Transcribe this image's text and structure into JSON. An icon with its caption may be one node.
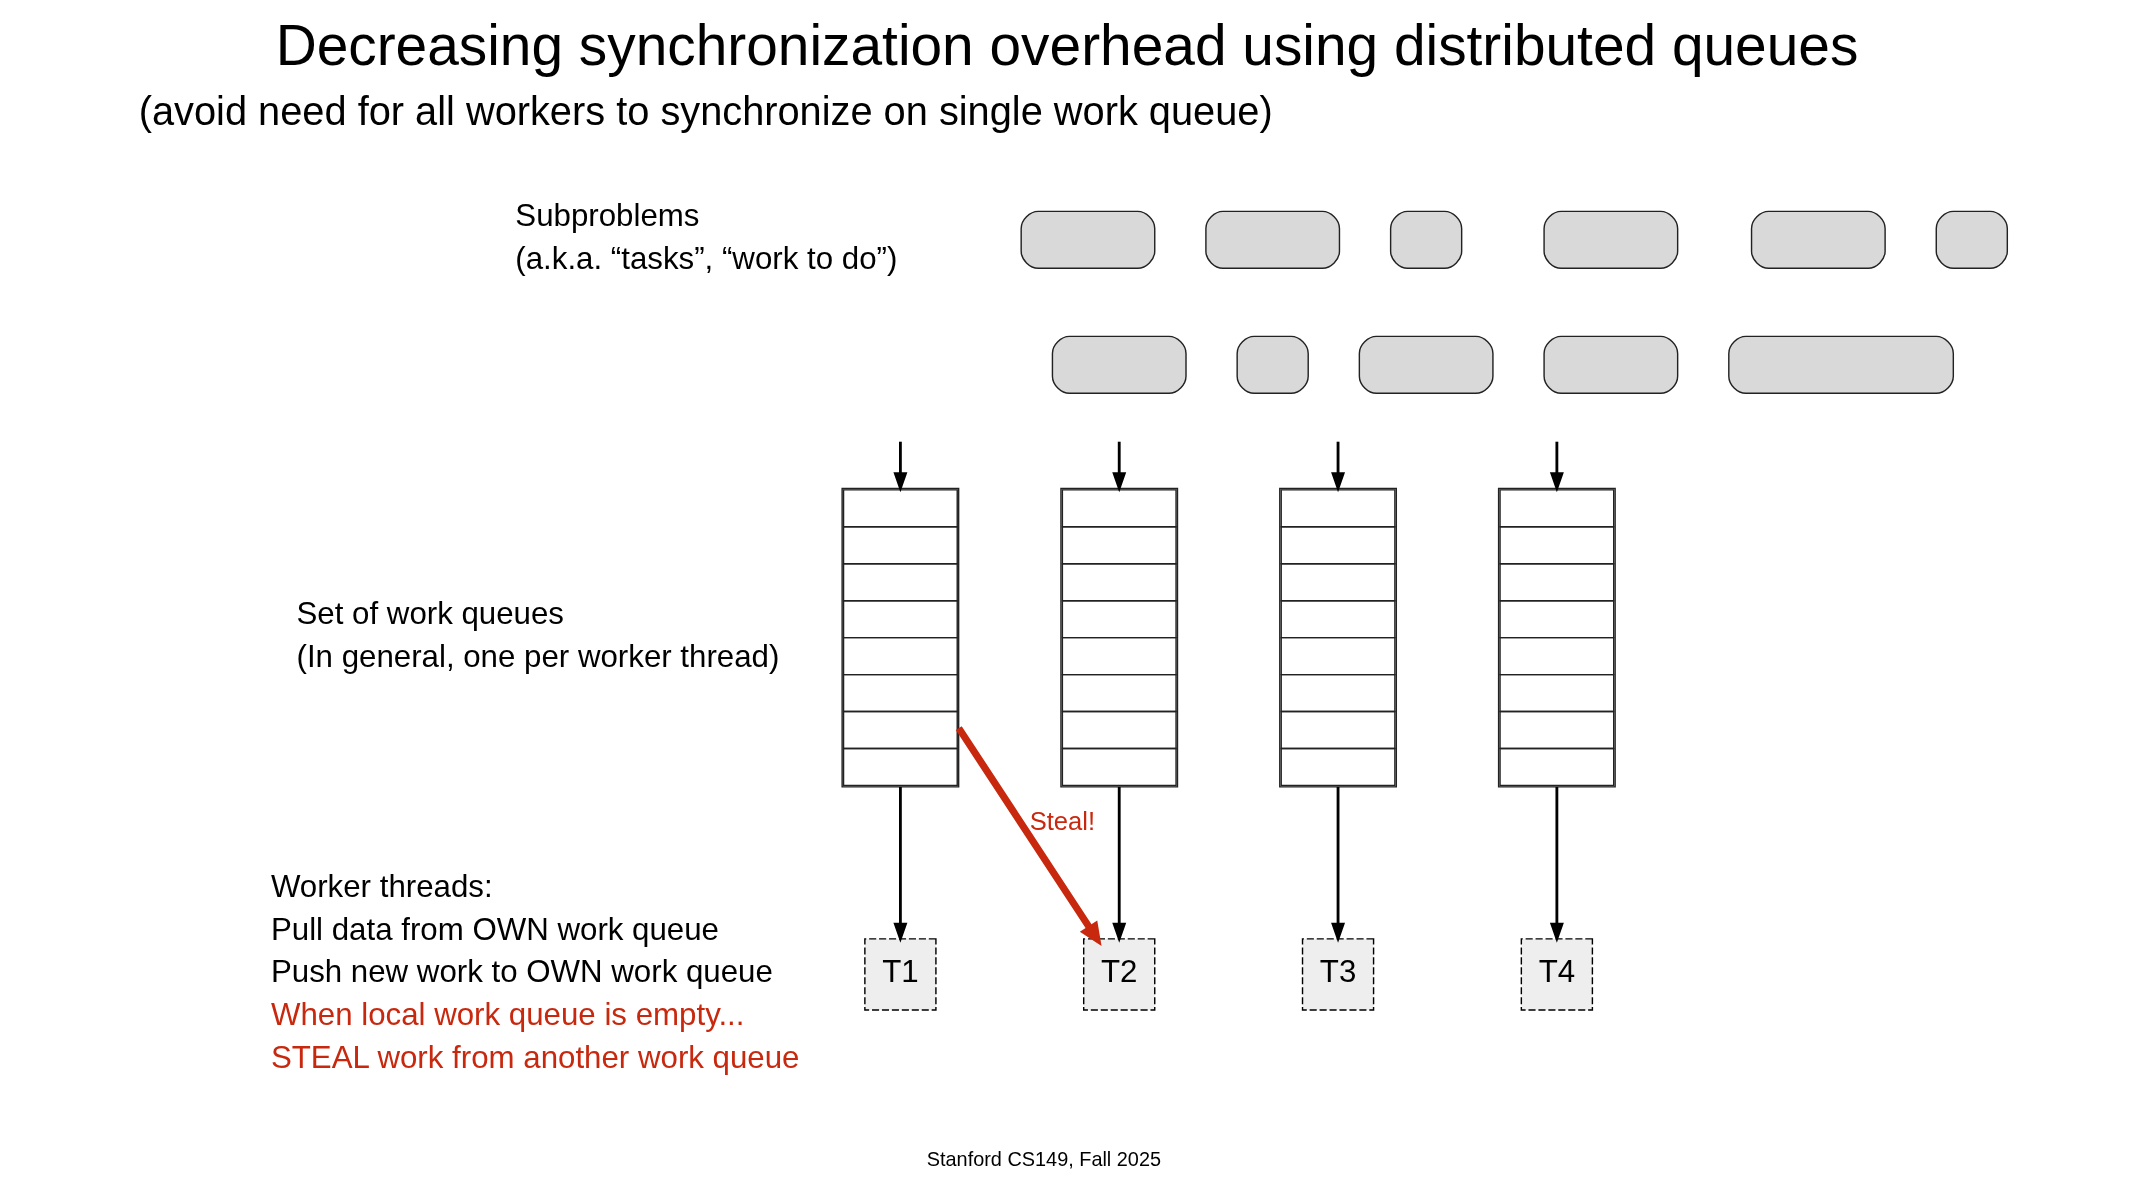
{
  "diagram": {
    "title": "Decreasing synchronization overhead using distributed queues",
    "nodes": [
      {
        "text": [],
        "shape": "box"
      },
      {
        "text": [],
        "shape": "box"
      },
      {
        "text": [],
        "shape": "box"
      },
      {
        "text": [],
        "shape": "box"
      },
      {
        "text": [],
        "shape": "box"
      },
      {
        "text": [],
        "shape": "box"
      },
      {
        "text": [],
        "shape": "box"
      },
      {
        "text": [],
        "shape": "box"
      },
      {
        "text": [],
        "shape": "box"
      },
      {
        "text": [],
        "shape": "box"
      },
      {
        "text": [],
        "shape": "box"
      },
      {
        "text": [],
        "shape": "queue"
      },
      {
        "text": [],
        "shape": "queue"
      },
      {
        "text": [],
        "shape": "queue"
      },
      {
        "text": [],
        "shape": "queue"
      },
      {
        "text": [
          "T1"
        ]
      },
      {
        "text": [
          "T2"
        ]
      },
      {
        "text": [
          "T3"
        ]
      },
      {
        "text": [
          "T4"
        ]
      }
    ],
    "edges": [
      {
        "from": null,
        "to": 11,
        "arrow": "to"
      },
      {
        "from": null,
        "to": 12,
        "arrow": "to"
      },
      {
        "from": null,
        "to": 13,
        "arrow": "to"
      },
      {
        "from": null,
        "to": 14,
        "arrow": "to"
      },
      {
        "from": 11,
        "to": 15,
        "arrow": "to"
      },
      {
        "from": 12,
        "to": 16,
        "arrow": "to"
      },
      {
        "from": 13,
        "to": 17,
        "arrow": "to"
      },
      {
        "from": 14,
        "to": 18,
        "arrow": "to"
      },
      {
        "from": 11,
        "to": 16,
        "arrow": "to",
        "label": "Steal!",
        "style": "thick",
        "color": "#c8290e"
      }
    ],
    "labels": [
      "(avoid need for all workers to synchronize on single work queue)",
      "Subproblems",
      "(a.k.a. “tasks”, “work to do”)",
      "Set of work queues",
      "(In general, one per worker thread)",
      "Worker threads:",
      "Pull data from OWN work queue",
      "Push new work to OWN work queue",
      "When local work queue is empty...",
      "STEAL work from another work queue",
      "Stanford CS149, Fall 2025"
    ]
  }
}
